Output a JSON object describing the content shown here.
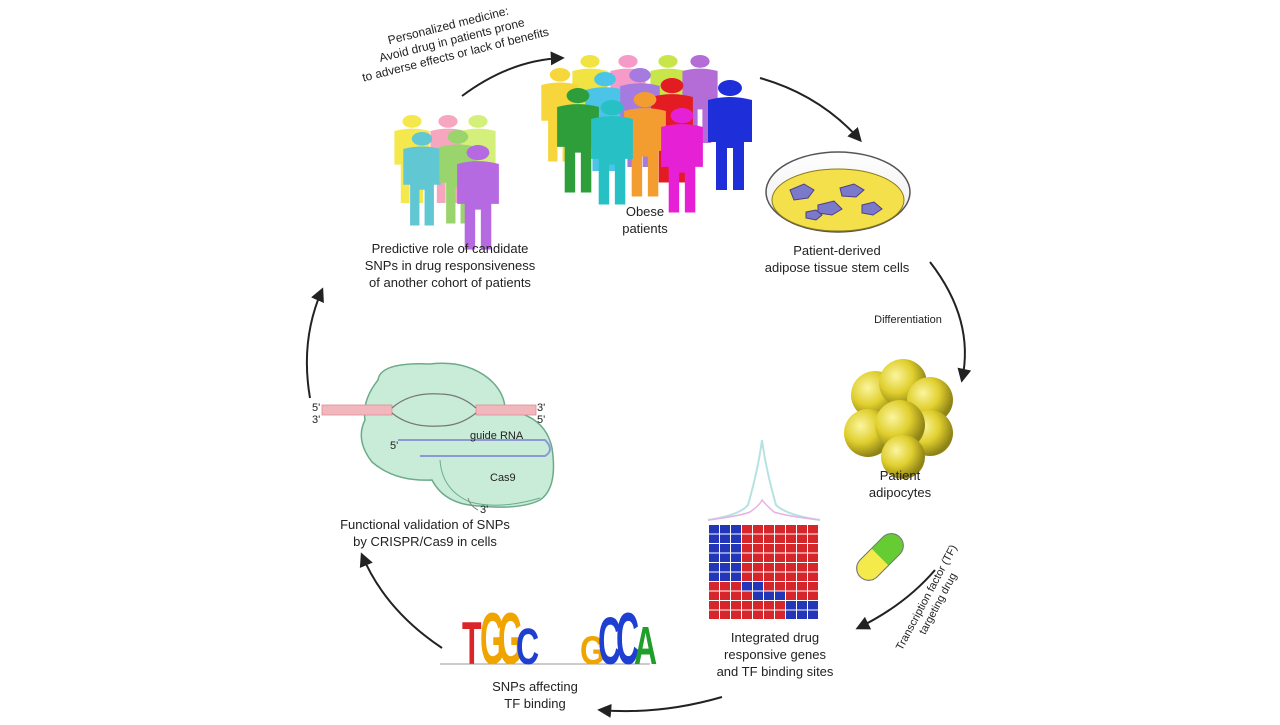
{
  "labels": {
    "personalized": [
      "Personalized medicine:",
      "Avoid drug in patients prone",
      "to adverse effects or lack of benefits"
    ],
    "obese": [
      "Obese",
      "patients"
    ],
    "stem_cells": [
      "Patient-derived",
      "adipose tissue stem cells"
    ],
    "differentiation": "Differentiation",
    "adipocytes": [
      "Patient",
      "adipocytes"
    ],
    "drug": [
      "Transcription factor (TF)",
      "targeting drug"
    ],
    "integrated": [
      "Integrated drug",
      "responsive genes",
      "and TF binding sites"
    ],
    "snps_tf": [
      "SNPs affecting",
      "TF binding"
    ],
    "crispr": [
      "Functional validation of SNPs",
      "by CRISPR/Cas9 in cells"
    ],
    "predictive": [
      "Predictive role of candidate",
      "SNPs in drug responsiveness",
      "of another cohort of patients"
    ]
  },
  "crispr_labels": {
    "five_prime_left": "5'",
    "three_prime_left": "3'",
    "three_prime_right": "3'",
    "five_prime_right": "5'",
    "five_prime_guide": "5'",
    "guide_rna": "guide RNA",
    "cas9": "Cas9",
    "three_prime_bottom": "3'"
  },
  "motif_letters": {
    "left": [
      "T",
      "G",
      "G",
      "C"
    ],
    "right": [
      "G",
      "C",
      "C",
      "A"
    ]
  },
  "colors": {
    "arrow": "#222222",
    "dish_fill": "#f4e04a",
    "adipocyte": "#e0cf2e",
    "heatmap_blue": "#2336b8",
    "heatmap_red": "#d7262b",
    "cas9_fill": "#c9ecd9",
    "dna_pink": "#f2b7bd",
    "capsule_yellow": "#f4ea4c",
    "capsule_green": "#66cc33"
  },
  "people_colors": {
    "back_group": [
      "#f1e341",
      "#f69ac8",
      "#c8e649",
      "#b46cd6",
      "#f6d63b",
      "#4cc4e8",
      "#a67be0",
      "#1e2ed9",
      "#e31c23",
      "#f39c2f",
      "#2e9e3a",
      "#27c0c5",
      "#e621d5"
    ],
    "left_group": [
      "#f5e84c",
      "#f7a6c0",
      "#d4f07a",
      "#61c7d3",
      "#9ad46c",
      "#b56ae2"
    ]
  },
  "heatmap": {
    "rows": 10,
    "cols": 10,
    "cells": [
      "BBBRRRRRRR",
      "BBBRRRRRRR",
      "BBBRRRRRRR",
      "BBBRRRRRRR",
      "BBBRRRRRRR",
      "BBBRRRRRRR",
      "RRRBBRRRRR",
      "RRRRBBBRRR",
      "RRRRRRRBBB",
      "RRRRRRRBBB"
    ]
  }
}
